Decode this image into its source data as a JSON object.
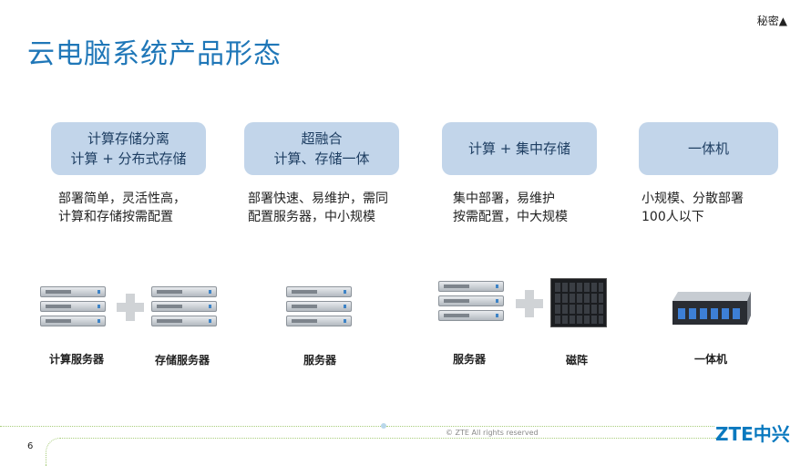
{
  "header": {
    "title": "云电脑系统产品形态",
    "classification": "秘密▲"
  },
  "columns": [
    {
      "pill": [
        "计算存储分离",
        "计算 + 分布式存储"
      ],
      "desc": [
        "部署简单，灵活性高，",
        "计算和存储按需配置"
      ],
      "captions": [
        "计算服务器",
        "存储服务器"
      ]
    },
    {
      "pill": [
        "超融合",
        "计算、存储一体"
      ],
      "desc": [
        "部署快速、易维护，需同",
        "配置服务器，中小规模"
      ],
      "captions": [
        "服务器"
      ]
    },
    {
      "pill": [
        "计算 + 集中存储"
      ],
      "desc": [
        "集中部署，易维护",
        "按需配置，中大规模"
      ],
      "captions": [
        "服务器",
        "磁阵"
      ]
    },
    {
      "pill": [
        "一体机"
      ],
      "desc": [
        "小规模、分散部署",
        "100人以下"
      ],
      "captions": [
        "一体机"
      ]
    }
  ],
  "footer": {
    "page_number": "6",
    "copyright": "© ZTE All rights reserved",
    "logo": "ZTE中兴"
  },
  "colors": {
    "title": "#1f77b8",
    "pill_bg": "#c2d5ea",
    "logo": "#0a79bf",
    "footer_line": "#a8cd7b"
  }
}
